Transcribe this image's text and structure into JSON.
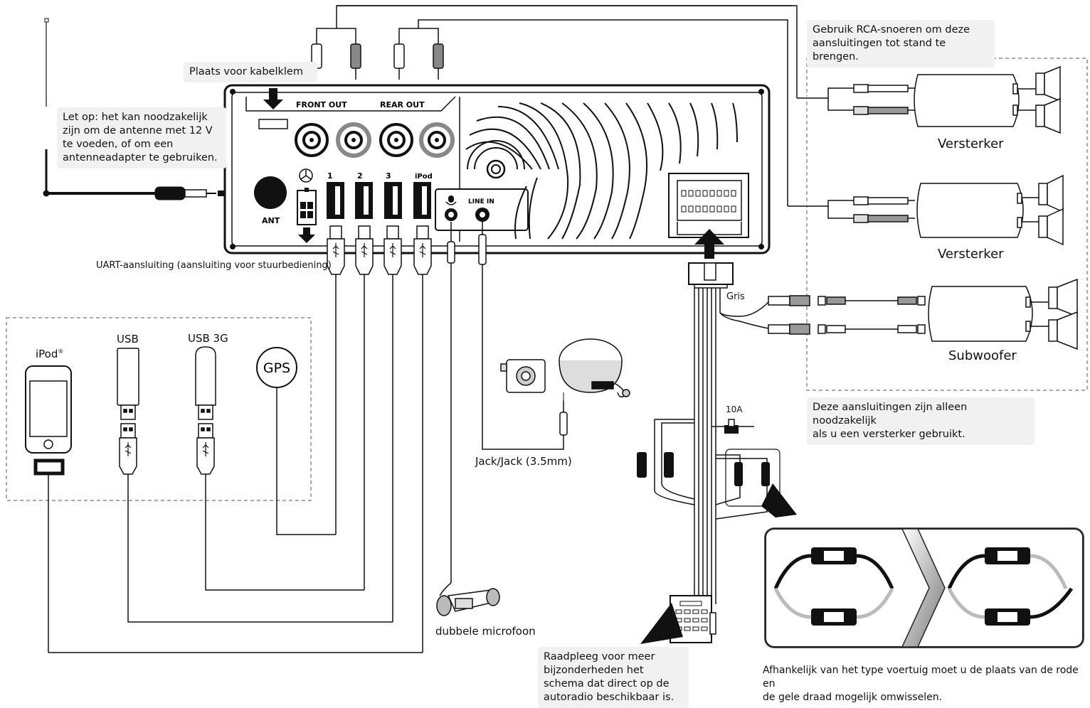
{
  "notes": {
    "cable_clamp": "Plaats voor kabelklem",
    "rca_top_1": "Gebruik RCA-snoeren om deze",
    "rca_top_2": "aansluitingen tot stand te brengen.",
    "antenna_1": "Let op: het kan noodzakelijk",
    "antenna_2": "zijn om de antenne met 12 V",
    "antenna_3": "te voeden, of om een",
    "antenna_4": "antenneadapter te gebruiken.",
    "amp_only_1": "Deze aansluitingen zijn alleen noodzakelijk",
    "amp_only_2": "als u een versterker gebruikt.",
    "consult_1": "Raadpleeg voor meer",
    "consult_2": "bijzonderheden het",
    "consult_3": "schema dat direct op de",
    "consult_4": "autoradio beschikbaar is.",
    "swap_1": "Afhankelijk van het type voertuig moet u de plaats van de rode en",
    "swap_2": "de gele draad mogelijk omwisselen."
  },
  "panel": {
    "front_out": "FRONT OUT",
    "rear_out": "REAR OUT",
    "ant": "ANT",
    "usb1": "1",
    "usb2": "2",
    "usb3": "3",
    "ipod": "iPod",
    "line_in": "LINE IN"
  },
  "labels": {
    "uart": "UART-aansluiting (aansluiting voor stuurbediening)",
    "amp1": "Versterker",
    "amp2": "Versterker",
    "subwoofer": "Subwoofer",
    "gris": "Gris",
    "fuse": "10A",
    "ipod_device": "iPod",
    "ipod_reg": "®",
    "usb": "USB",
    "usb3g": "USB 3G",
    "gps": "GPS",
    "jack": "Jack/Jack (3.5mm)",
    "mic": "dubbele microfoon"
  },
  "colors": {
    "line": "#111111",
    "note_bg": "#f1f1f1",
    "grey_plug": "#8a8a8a"
  }
}
